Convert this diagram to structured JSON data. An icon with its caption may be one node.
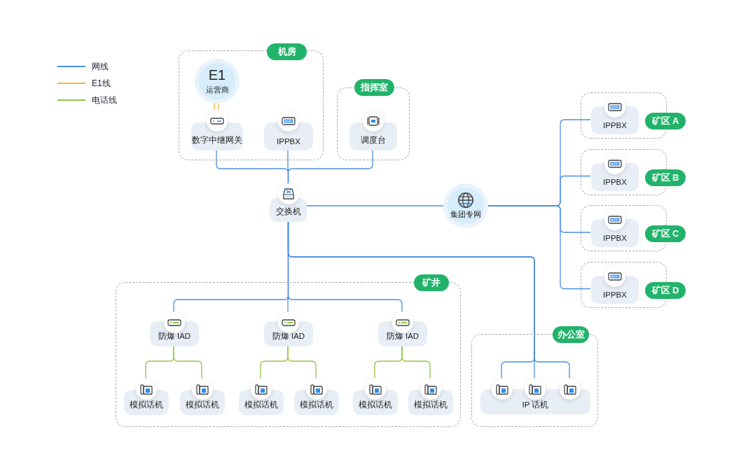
{
  "diagram": {
    "nodes": [
      {
        "text": [
          "机房"
        ]
      },
      {
        "text": [
          "E1",
          "运营商"
        ],
        "in": 0
      },
      {
        "text": [
          "数字中继网关"
        ],
        "in": 0
      },
      {
        "text": [
          "IPPBX"
        ],
        "in": 0
      },
      {
        "text": [
          "指挥室"
        ]
      },
      {
        "text": [
          "调度台"
        ],
        "in": 4
      },
      {
        "text": [
          "交换机"
        ]
      },
      {
        "text": [
          "集团专网"
        ]
      },
      {
        "text": [
          "矿区 A"
        ]
      },
      {
        "text": [
          "IPPBX"
        ],
        "in": 8
      },
      {
        "text": [
          "矿区 B"
        ]
      },
      {
        "text": [
          "IPPBX"
        ],
        "in": 10
      },
      {
        "text": [
          "矿区 C"
        ]
      },
      {
        "text": [
          "IPPBX"
        ],
        "in": 12
      },
      {
        "text": [
          "矿区 D"
        ]
      },
      {
        "text": [
          "IPPBX"
        ],
        "in": 14
      },
      {
        "text": [
          "矿井"
        ]
      },
      {
        "text": [
          "防爆 IAD"
        ],
        "in": 16
      },
      {
        "text": [
          "防爆 IAD"
        ],
        "in": 16
      },
      {
        "text": [
          "防爆 IAD"
        ],
        "in": 16
      },
      {
        "text": [
          "模拟话机"
        ],
        "in": 16
      },
      {
        "text": [
          "模拟话机"
        ],
        "in": 16
      },
      {
        "text": [
          "模拟话机"
        ],
        "in": 16
      },
      {
        "text": [
          "模拟话机"
        ],
        "in": 16
      },
      {
        "text": [
          "模拟话机"
        ],
        "in": 16
      },
      {
        "text": [
          "模拟话机"
        ],
        "in": 16
      },
      {
        "text": [
          "办公室"
        ]
      },
      {
        "text": [
          "IP 话机"
        ],
        "in": 26
      },
      {
        "text": [],
        "shape": "picture",
        "in": 26
      },
      {
        "text": [],
        "shape": "picture",
        "in": 26
      },
      {
        "text": [],
        "shape": "picture",
        "in": 26
      }
    ],
    "edges": [
      {
        "from": 1,
        "to": 2,
        "arrow": "none",
        "color": "#f5b335"
      },
      {
        "from": 2,
        "to": 6,
        "arrow": "none"
      },
      {
        "from": 3,
        "to": 6,
        "arrow": "none"
      },
      {
        "from": 5,
        "to": 6,
        "arrow": "none"
      },
      {
        "from": 6,
        "to": 7,
        "arrow": "none"
      },
      {
        "from": 7,
        "to": 9,
        "arrow": "none"
      },
      {
        "from": 7,
        "to": 11,
        "arrow": "none"
      },
      {
        "from": 7,
        "to": 13,
        "arrow": "none"
      },
      {
        "from": 7,
        "to": 15,
        "arrow": "none"
      },
      {
        "from": 6,
        "to": 17,
        "arrow": "none"
      },
      {
        "from": 6,
        "to": 18,
        "arrow": "none"
      },
      {
        "from": 6,
        "to": 19,
        "arrow": "none"
      },
      {
        "from": 6,
        "to": 28,
        "arrow": "none"
      },
      {
        "from": 6,
        "to": 29,
        "arrow": "none"
      },
      {
        "from": 6,
        "to": 30,
        "arrow": "none"
      },
      {
        "from": 17,
        "to": 20,
        "arrow": "none",
        "color": "#8cc63f"
      },
      {
        "from": 17,
        "to": 21,
        "arrow": "none",
        "color": "#8cc63f"
      },
      {
        "from": 18,
        "to": 22,
        "arrow": "none",
        "color": "#8cc63f"
      },
      {
        "from": 18,
        "to": 23,
        "arrow": "none",
        "color": "#8cc63f"
      },
      {
        "from": 19,
        "to": 24,
        "arrow": "none",
        "color": "#8cc63f"
      },
      {
        "from": 19,
        "to": 25,
        "arrow": "none",
        "color": "#8cc63f"
      }
    ],
    "legend": [
      {
        "text": "网线",
        "color": "#4a90e2"
      },
      {
        "text": "E1线",
        "color": "#f5b335"
      },
      {
        "text": "电话线",
        "color": "#8cc63f"
      }
    ]
  }
}
